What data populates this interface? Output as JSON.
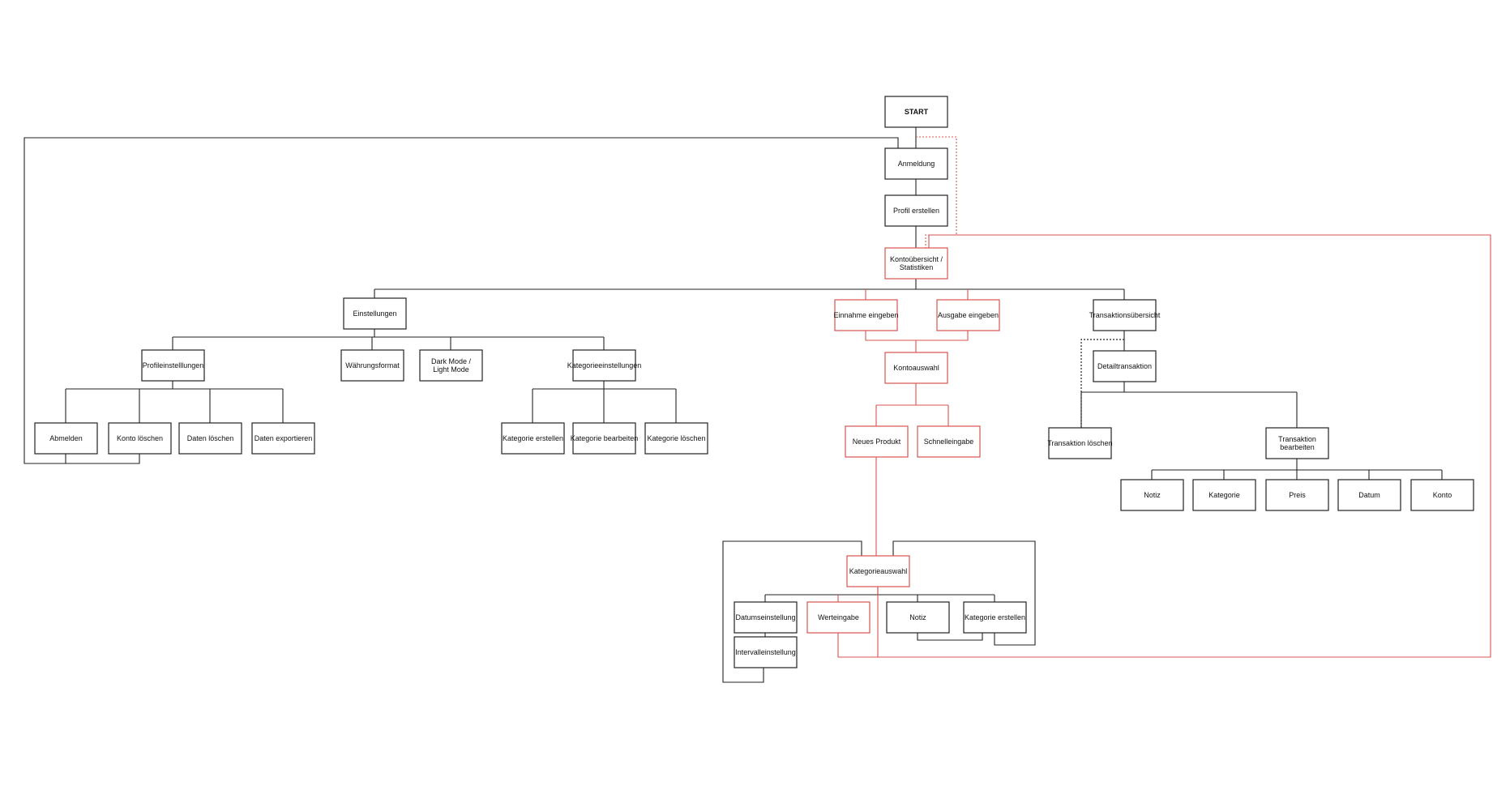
{
  "colors": {
    "primary_stroke": "#222222",
    "highlight_stroke": "#d9534f",
    "background": "#ffffff"
  },
  "nodes": [
    {
      "id": "start",
      "lines": [
        "START"
      ],
      "bold": true,
      "highlight": false
    },
    {
      "id": "anmeldung",
      "lines": [
        "Anmeldung"
      ],
      "highlight": false
    },
    {
      "id": "profil_erstellen",
      "lines": [
        "Profil erstellen"
      ],
      "highlight": false
    },
    {
      "id": "kontouebersicht",
      "lines": [
        "Kontoübersicht /",
        "Statistiken"
      ],
      "highlight": true
    },
    {
      "id": "einstellungen",
      "lines": [
        "Einstellungen"
      ],
      "highlight": false
    },
    {
      "id": "einnahme",
      "lines": [
        "Einnahme eingeben"
      ],
      "highlight": true
    },
    {
      "id": "ausgabe",
      "lines": [
        "Ausgabe eingeben"
      ],
      "highlight": true
    },
    {
      "id": "transaktionsuebersicht",
      "lines": [
        "Transaktionsübersicht"
      ],
      "highlight": false
    },
    {
      "id": "profileinstellungen",
      "lines": [
        "Profileinstelllungen"
      ],
      "highlight": false
    },
    {
      "id": "waehrungsformat",
      "lines": [
        "Währungsformat"
      ],
      "highlight": false
    },
    {
      "id": "darkmode",
      "lines": [
        "Dark Mode /",
        "Light Mode"
      ],
      "highlight": false
    },
    {
      "id": "kategorieeinstellungen",
      "lines": [
        "Kategorieeinstellungen"
      ],
      "highlight": false
    },
    {
      "id": "kontoauswahl",
      "lines": [
        "Kontoauswahl"
      ],
      "highlight": true
    },
    {
      "id": "detailtransaktion",
      "lines": [
        "Detailtransaktion"
      ],
      "highlight": false
    },
    {
      "id": "abmelden",
      "lines": [
        "Abmelden"
      ],
      "highlight": false
    },
    {
      "id": "konto_loeschen",
      "lines": [
        "Konto löschen"
      ],
      "highlight": false
    },
    {
      "id": "daten_loeschen",
      "lines": [
        "Daten löschen"
      ],
      "highlight": false
    },
    {
      "id": "daten_exportieren",
      "lines": [
        "Daten exportieren"
      ],
      "highlight": false
    },
    {
      "id": "kategorie_erstellen_1",
      "lines": [
        "Kategorie erstellen"
      ],
      "highlight": false
    },
    {
      "id": "kategorie_bearbeiten",
      "lines": [
        "Kategorie bearbeiten"
      ],
      "highlight": false
    },
    {
      "id": "kategorie_loeschen",
      "lines": [
        "Kategorie löschen"
      ],
      "highlight": false
    },
    {
      "id": "neues_produkt",
      "lines": [
        "Neues Produkt"
      ],
      "highlight": true
    },
    {
      "id": "schnelleingabe",
      "lines": [
        "Schnelleingabe"
      ],
      "highlight": true
    },
    {
      "id": "transaktion_loeschen",
      "lines": [
        "Transaktion löschen"
      ],
      "highlight": false
    },
    {
      "id": "transaktion_bearbeiten",
      "lines": [
        "Transaktion",
        "bearbeiten"
      ],
      "highlight": false
    },
    {
      "id": "notiz_1",
      "lines": [
        "Notiz"
      ],
      "highlight": false
    },
    {
      "id": "kategorie",
      "lines": [
        "Kategorie"
      ],
      "highlight": false
    },
    {
      "id": "preis",
      "lines": [
        "Preis"
      ],
      "highlight": false
    },
    {
      "id": "datum",
      "lines": [
        "Datum"
      ],
      "highlight": false
    },
    {
      "id": "konto",
      "lines": [
        "Konto"
      ],
      "highlight": false
    },
    {
      "id": "kategorieauswahl",
      "lines": [
        "Kategorieauswahl"
      ],
      "highlight": true
    },
    {
      "id": "datumseinstellung",
      "lines": [
        "Datumseinstellung"
      ],
      "highlight": false
    },
    {
      "id": "werteingabe",
      "lines": [
        "Werteingabe"
      ],
      "highlight": true
    },
    {
      "id": "notiz_2",
      "lines": [
        "Notiz"
      ],
      "highlight": false
    },
    {
      "id": "kategorie_erstellen_2",
      "lines": [
        "Kategorie erstellen"
      ],
      "highlight": false
    },
    {
      "id": "intervalleinstellung",
      "lines": [
        "Intervalleinstellung"
      ],
      "highlight": false
    }
  ]
}
